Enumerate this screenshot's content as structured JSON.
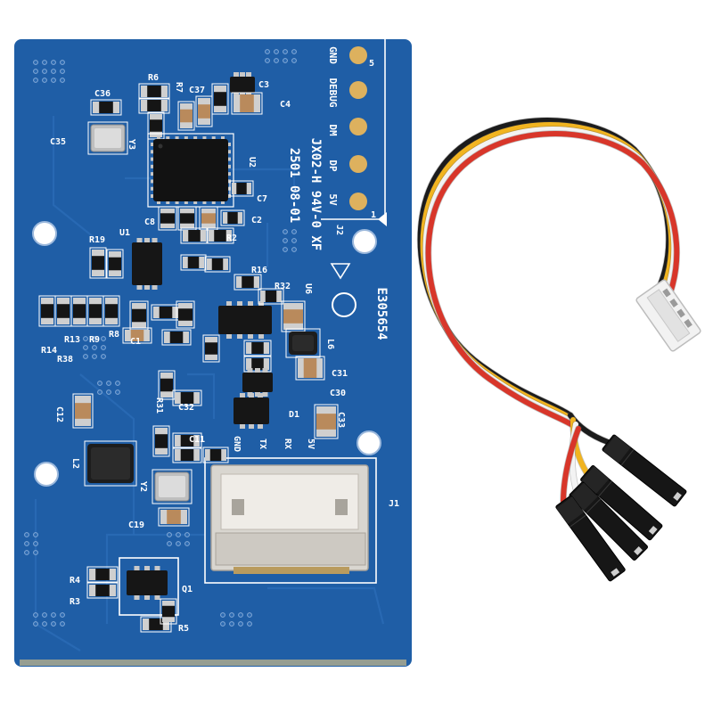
{
  "colors": {
    "pcb": "#1f5ea6",
    "silkscreen": "#ffffff",
    "pad_gold": "#ddb15e",
    "wire_black": "#1b1b1b",
    "wire_yellow": "#f1b420",
    "wire_white": "#f3f3f3",
    "wire_red": "#d8362a"
  },
  "pcb": {
    "marking": "E305654",
    "board_id": "JX02-H 94V-0 XF",
    "date_code": "2501 08-01"
  },
  "header_j2": {
    "ref": "J2",
    "pins": [
      "GND",
      "DEBUG",
      "DM",
      "DP",
      "5V"
    ],
    "pin_marks": [
      "5",
      "1"
    ]
  },
  "connector_j1": {
    "ref": "J1",
    "pins": [
      "GND",
      "TX",
      "RX",
      "5V"
    ]
  },
  "refs": [
    "C36",
    "R6",
    "R7",
    "C37",
    "C3",
    "C4",
    "C35",
    "Y3",
    "U2",
    "C8",
    "C2",
    "C7",
    "R2",
    "R19",
    "U1",
    "R16",
    "R32",
    "U6",
    "C1",
    "L6",
    "C31",
    "C30",
    "D1",
    "C33",
    "C32",
    "C12",
    "L2",
    "Y2",
    "C19",
    "C11",
    "R4",
    "R3",
    "Q1",
    "R5",
    "R14",
    "R13",
    "R9",
    "R8",
    "R38",
    "R31"
  ]
}
